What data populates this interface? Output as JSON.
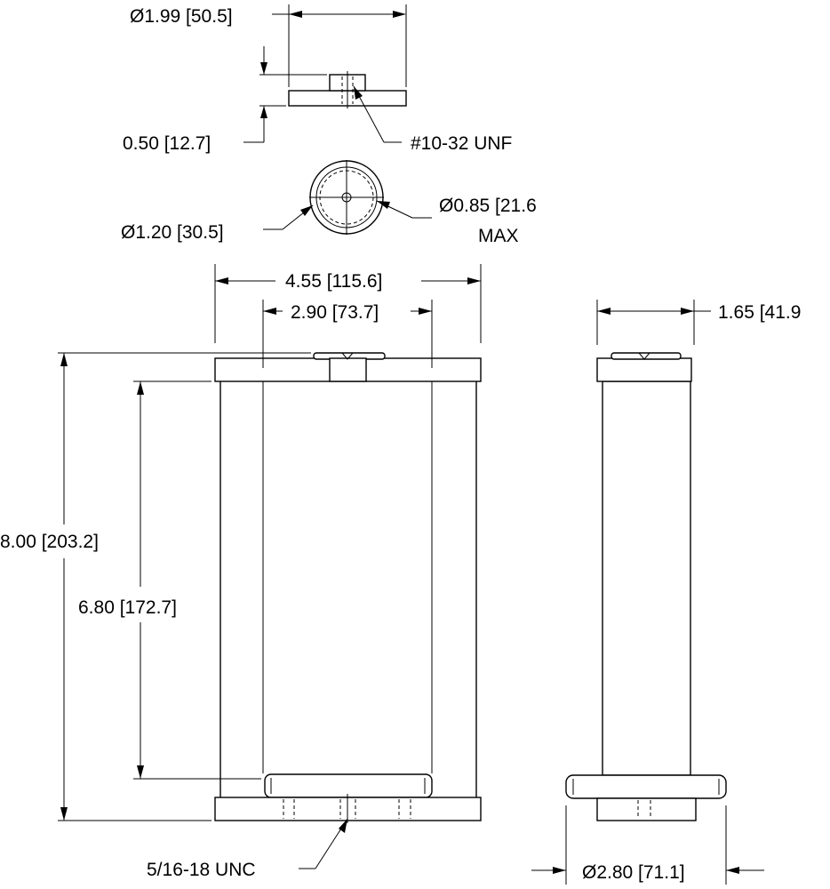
{
  "labels": {
    "top_dia": "Ø1.99 [50.5]",
    "top_thick": "0.50 [12.7]",
    "thread_top": "#10-32 UNF",
    "cap_outer_dia": "Ø1.20 [30.5]",
    "cap_inner_dia": "Ø0.85 [21.6",
    "cap_inner_max": "MAX",
    "width_overall": "4.55 [115.6]",
    "width_inner": "2.90 [73.7]",
    "height_overall": "8.00 [203.2]",
    "height_inner": "6.80 [172.7]",
    "thread_bottom": "5/16-18 UNC",
    "side_width": "1.65 [41.9",
    "side_dia": "Ø2.80 [71.1]"
  }
}
